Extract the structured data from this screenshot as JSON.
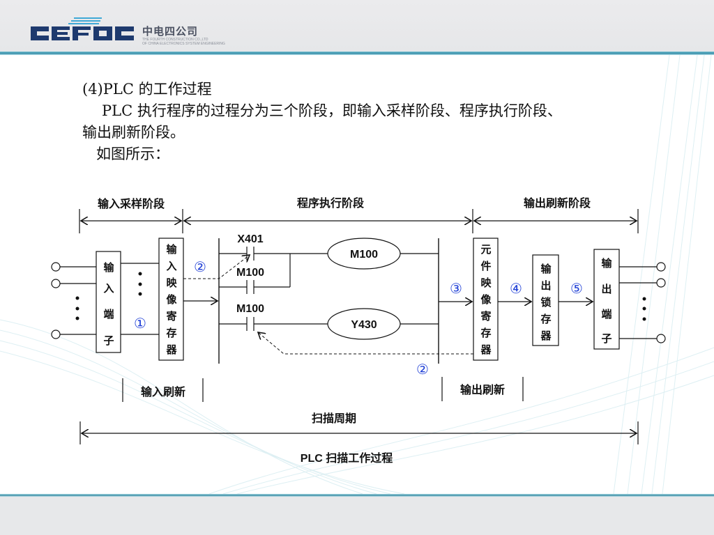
{
  "header": {
    "logo_text": "CEFOC",
    "company_cn": "中电四公司",
    "company_en_line1": "THE FOURTH CONSTRUCTION CO.,LTD",
    "company_en_line2": "OF CHINA ELECTRONICS SYSTEM ENGINEERING",
    "brand_color": "#1e3a6e",
    "accent_color": "#2f8aa5"
  },
  "content": {
    "heading": "(4)PLC 的工作过程",
    "para_line1": "PLC 执行程序的过程分为三个阶段，即输入采样阶段、程序执行阶段、",
    "para_line2": "输出刷新阶段。",
    "para_line3": "如图所示："
  },
  "diagram": {
    "stages": {
      "input_sampling": "输入采样阶段",
      "program_execution": "程序执行阶段",
      "output_refresh": "输出刷新阶段"
    },
    "blocks": {
      "input_terminals": [
        "输",
        "入",
        "端",
        "子"
      ],
      "input_image_register": [
        "输",
        "入",
        "映",
        "像",
        "寄",
        "存",
        "器"
      ],
      "element_image_register": [
        "元",
        "件",
        "映",
        "像",
        "寄",
        "存",
        "器"
      ],
      "output_latch": [
        "输",
        "出",
        "锁",
        "存",
        "器"
      ],
      "output_terminals": [
        "输",
        "出",
        "端",
        "子"
      ]
    },
    "ladder": {
      "contact1": "X401",
      "contact2": "M100",
      "contact3": "M100",
      "coil1": "M100",
      "coil2": "Y430"
    },
    "step_markers": {
      "s1": "①",
      "s2a": "②",
      "s2b": "②",
      "s3": "③",
      "s4": "④",
      "s5": "⑤"
    },
    "step_color": "#1f3fd6",
    "bottom": {
      "input_refresh": "输入刷新",
      "output_refresh": "输出刷新",
      "scan_cycle": "扫描周期",
      "caption": "PLC 扫描工作过程"
    }
  }
}
